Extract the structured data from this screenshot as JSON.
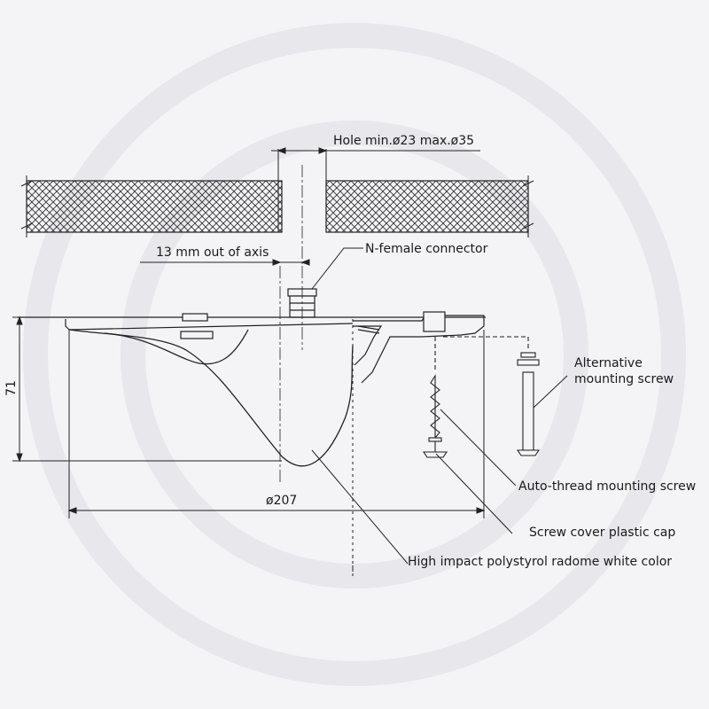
{
  "labels": {
    "hole": "Hole min.ø23 max.ø35",
    "offset": "13 mm out of axis",
    "connector": "N-female connector",
    "alt_screw_line1": "Alternative",
    "alt_screw_line2": "mounting screw",
    "height": "71",
    "auto_screw": "Auto-thread mounting screw",
    "diameter": "ø207",
    "cap": "Screw cover plastic cap",
    "radome": "High impact polystyrol radome white color"
  },
  "colors": {
    "line": "#222222",
    "background": "#f4f4f6",
    "watermark": "#e7e7ec"
  }
}
